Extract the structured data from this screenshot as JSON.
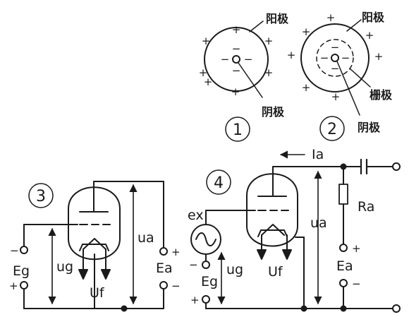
{
  "fig1": {
    "number": "1",
    "anode_label": "阳极",
    "cathode_label": "阴极",
    "plus": "+",
    "minus": "−"
  },
  "fig2": {
    "number": "2",
    "anode_label": "阳极",
    "grid_label": "栅极",
    "cathode_label": "阴极",
    "plus": "+",
    "minus": "−"
  },
  "fig3": {
    "number": "3",
    "Eg": "Eg",
    "ug": "ug",
    "Uf": "Uf",
    "ua": "ua",
    "Ea": "Ea",
    "minus": "−",
    "plus": "+"
  },
  "fig4": {
    "number": "4",
    "ex": "ex",
    "Eg": "Eg",
    "ug": "ug",
    "Uf": "Uf",
    "ua": "ua",
    "Ia": "Ia",
    "Ra": "Ra",
    "Ea": "Ea",
    "minus": "−",
    "plus": "+"
  }
}
